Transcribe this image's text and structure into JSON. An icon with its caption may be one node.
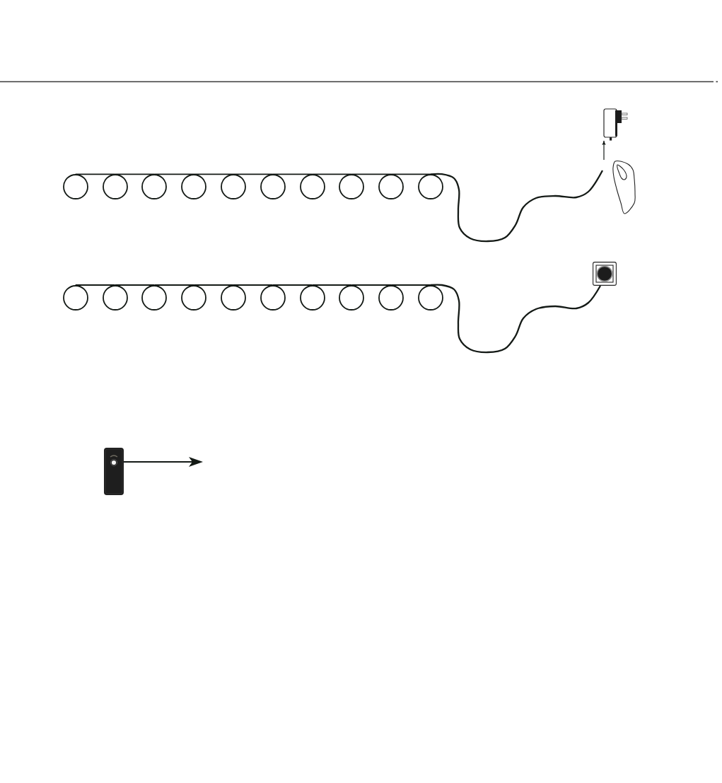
{
  "diagram": {
    "nodes": [
      {
        "text": [],
        "shape": "picture"
      },
      {
        "text": [],
        "shape": "circle"
      },
      {
        "text": [],
        "shape": "circle"
      },
      {
        "text": [],
        "shape": "circle"
      },
      {
        "text": [],
        "shape": "circle"
      },
      {
        "text": [],
        "shape": "circle"
      },
      {
        "text": [],
        "shape": "circle"
      },
      {
        "text": [],
        "shape": "circle"
      },
      {
        "text": [],
        "shape": "circle"
      },
      {
        "text": [],
        "shape": "circle"
      },
      {
        "text": [],
        "shape": "circle"
      },
      {
        "text": [],
        "shape": "picture"
      },
      {
        "text": [],
        "shape": "circle"
      },
      {
        "text": [],
        "shape": "circle"
      },
      {
        "text": [],
        "shape": "circle"
      },
      {
        "text": [],
        "shape": "circle"
      },
      {
        "text": [],
        "shape": "circle"
      },
      {
        "text": [],
        "shape": "circle"
      },
      {
        "text": [],
        "shape": "circle"
      },
      {
        "text": [],
        "shape": "circle"
      },
      {
        "text": [],
        "shape": "circle"
      },
      {
        "text": [],
        "shape": "circle"
      },
      {
        "text": [],
        "shape": "picture"
      },
      {
        "text": [],
        "shape": "picture"
      }
    ],
    "edges": [
      {
        "from": 1,
        "to": 2,
        "arrow": "none"
      },
      {
        "from": 2,
        "to": 3,
        "arrow": "none"
      },
      {
        "from": 3,
        "to": 4,
        "arrow": "none"
      },
      {
        "from": 4,
        "to": 5,
        "arrow": "none"
      },
      {
        "from": 5,
        "to": 6,
        "arrow": "none"
      },
      {
        "from": 6,
        "to": 7,
        "arrow": "none"
      },
      {
        "from": 7,
        "to": 8,
        "arrow": "none"
      },
      {
        "from": 8,
        "to": 9,
        "arrow": "none"
      },
      {
        "from": 9,
        "to": 10,
        "arrow": "none"
      },
      {
        "from": 10,
        "to": 11,
        "arrow": "none"
      },
      {
        "from": 11,
        "to": 0,
        "arrow": "to"
      },
      {
        "from": 12,
        "to": 13,
        "arrow": "none"
      },
      {
        "from": 13,
        "to": 14,
        "arrow": "none"
      },
      {
        "from": 14,
        "to": 15,
        "arrow": "none"
      },
      {
        "from": 15,
        "to": 16,
        "arrow": "none"
      },
      {
        "from": 16,
        "to": 17,
        "arrow": "none"
      },
      {
        "from": 17,
        "to": 18,
        "arrow": "none"
      },
      {
        "from": 18,
        "to": 19,
        "arrow": "none"
      },
      {
        "from": 19,
        "to": 20,
        "arrow": "none"
      },
      {
        "from": 20,
        "to": 21,
        "arrow": "none"
      },
      {
        "from": 21,
        "to": 22,
        "arrow": "none"
      },
      {
        "from": 23,
        "to": null,
        "arrow": "to"
      }
    ]
  }
}
